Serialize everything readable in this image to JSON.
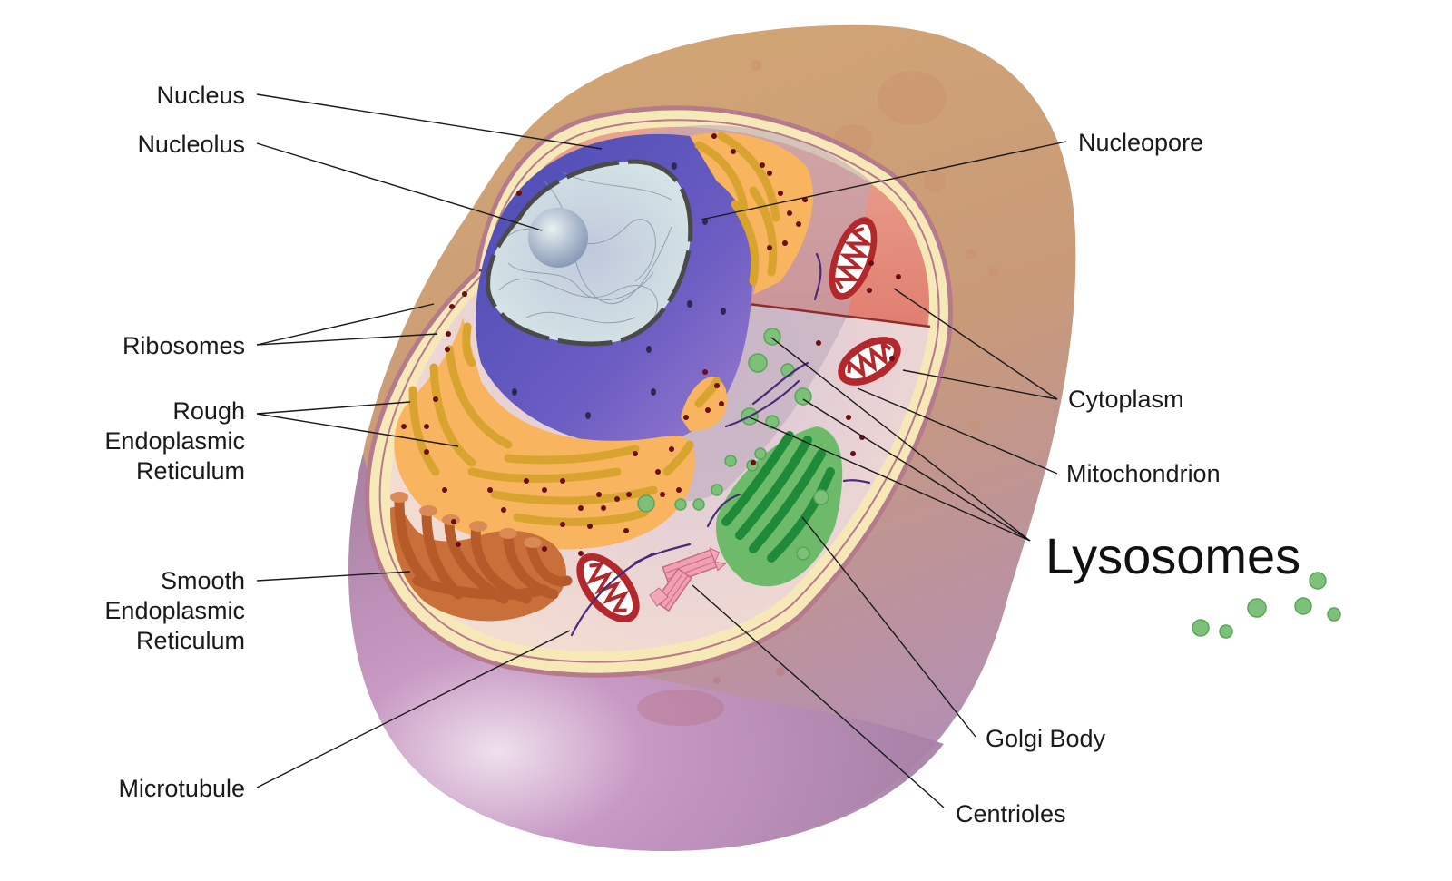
{
  "labels": {
    "nucleus": "Nucleus",
    "nucleolus": "Nucleolus",
    "ribosomes": "Ribosomes",
    "rough_er": [
      "Rough",
      "Endoplasmic",
      "Reticulum"
    ],
    "smooth_er": [
      "Smooth",
      "Endoplasmic",
      "Reticulum"
    ],
    "microtubule": "Microtubule",
    "nucleopore": "Nucleopore",
    "cytoplasm": "Cytoplasm",
    "mitochondrion": "Mitochondrion",
    "lysosomes": "Lysosomes",
    "golgi_body": "Golgi Body",
    "centrioles": "Centrioles"
  },
  "colors": {
    "outer_membrane": "#c9a070",
    "cell_lower": "#b98ab8",
    "cytoplasm": "#f4d9cf",
    "cut_top": "#e9897a",
    "nucleus_envelope": "#5b4fb7",
    "nucleoplasm": "#c9dde0",
    "rough_er": "#f9b35a",
    "smooth_er": "#c96f3a",
    "golgi": "#43a34d",
    "lysosome": "#7cc07a",
    "mitochondrion": "#b3282d",
    "ribosome": "#6b0d15"
  }
}
